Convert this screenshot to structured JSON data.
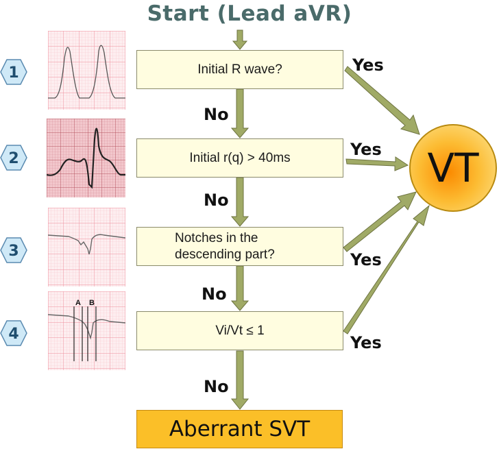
{
  "title": "Start (Lead aVR)",
  "steps": [
    {
      "number": "1",
      "question": "Initial R wave?",
      "yes": "Yes",
      "no": "No"
    },
    {
      "number": "2",
      "question": "Initial r(q) > 40ms",
      "yes": "Yes",
      "no": "No"
    },
    {
      "number": "3",
      "question_line1": "Notches in the",
      "question_line2": "descending part?",
      "yes": "Yes",
      "no": "No"
    },
    {
      "number": "4",
      "question": "Vi/Vt ≤ 1",
      "yes": "Yes",
      "no": "No"
    }
  ],
  "ecg4_labels": {
    "a": "A",
    "b": "B"
  },
  "outcome_vt": "VT",
  "outcome_svt": "Aberrant SVT",
  "colors": {
    "arrow": "#a0aa66",
    "arrow_stroke": "#6d7340",
    "hex_fill": "#cfe9f7",
    "hex_stroke": "#5a8ab0",
    "box_fill": "#fffde0",
    "svt_fill": "#fbbf28",
    "vt_fill": "#fcbc33",
    "title": "#4a6b6a"
  }
}
